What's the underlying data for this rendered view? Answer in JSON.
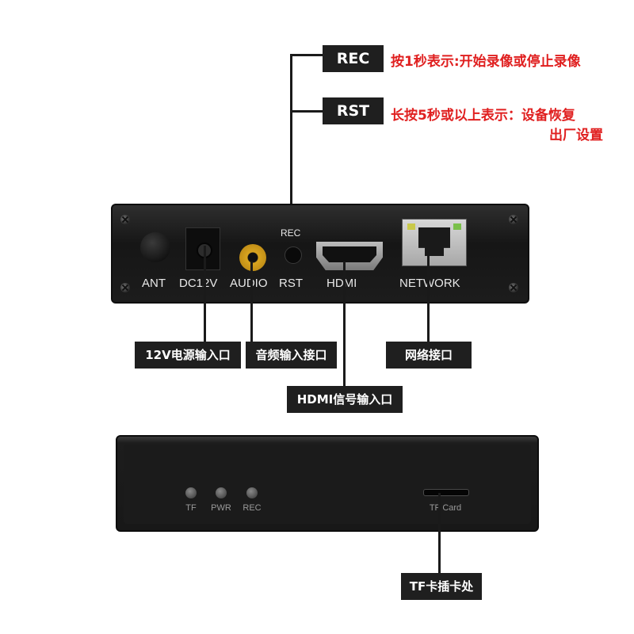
{
  "colors": {
    "annotation_red": "#e02020",
    "tag_background": "#1f1f1f",
    "device_body": "#202020"
  },
  "top_annotations": {
    "rec": {
      "tag": "REC",
      "desc": "按1秒表示:开始录像或停止录像"
    },
    "rst": {
      "tag": "RST",
      "desc_line1": "长按5秒或以上表示：设备恢复",
      "desc_line2": "出厂设置"
    }
  },
  "rear_panel": {
    "rec_small_label": "REC",
    "labels": {
      "ant": "ANT",
      "dc": "DC12V",
      "audio": "AUDIO",
      "rst": "RST",
      "hdmi": "HDMI",
      "network": "NETWORK"
    }
  },
  "callouts": {
    "power": "12V电源输入口",
    "audio": "音频输入接口",
    "network": "网络接口",
    "hdmi": "HDMI信号输入口"
  },
  "front_panel": {
    "leds": [
      "TF",
      "PWR",
      "REC"
    ],
    "tf_slot_label": "TF Card"
  },
  "bottom_callout": "TF卡插卡处",
  "icons": [
    "screw-icon",
    "hdmi-port-icon",
    "ethernet-port-icon",
    "dc-jack-icon",
    "rca-audio-icon",
    "antenna-connector-icon"
  ]
}
